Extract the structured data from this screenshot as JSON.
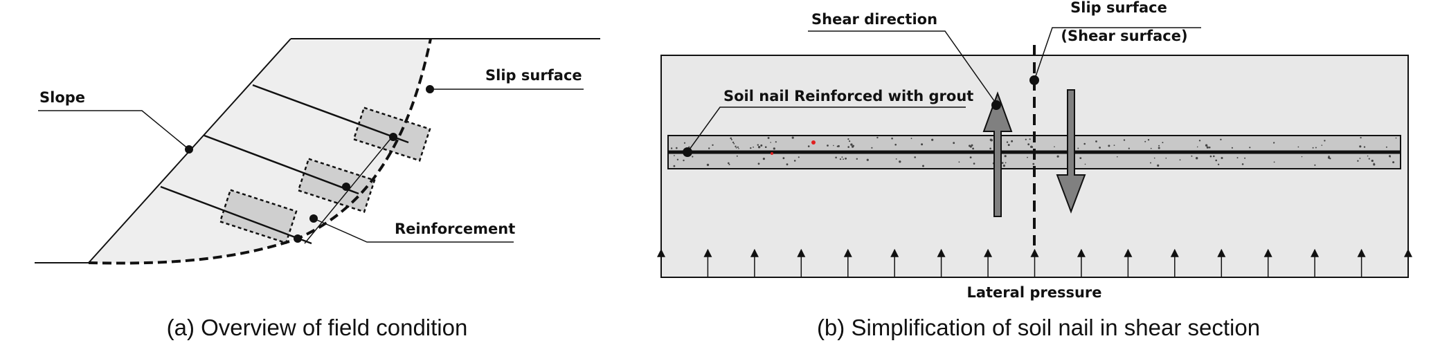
{
  "panel_a": {
    "labels": {
      "slope": "Slope",
      "slip_surface": "Slip surface",
      "reinforcement": "Reinforcement"
    },
    "caption": "(a) Overview of field condition"
  },
  "panel_b": {
    "labels": {
      "shear_direction": "Shear direction",
      "slip_surface_line1": "Slip surface",
      "slip_surface_line2": "(Shear surface)",
      "soil_nail": "Soil nail Reinforced with grout",
      "lateral_pressure": "Lateral pressure"
    },
    "caption": "(b) Simplification of soil nail in shear section"
  },
  "colors": {
    "slope_fill": "#eeeeee",
    "section_fill": "#e8e8e8",
    "grout_fill": "#c8c8c8",
    "box_fill": "#cfcfcf",
    "arrow_fill": "#808080",
    "accent_dot": "#e02020"
  }
}
